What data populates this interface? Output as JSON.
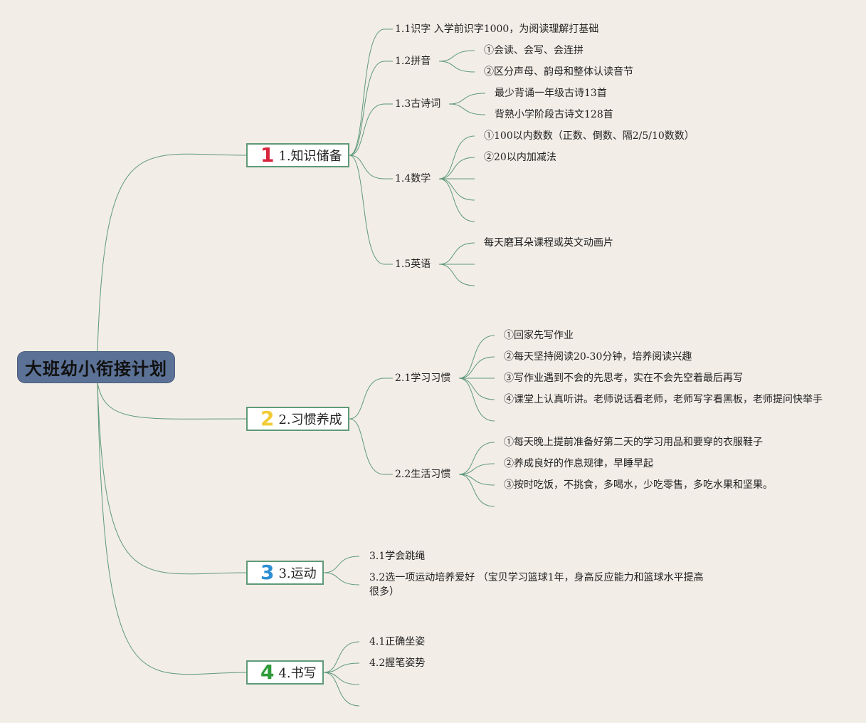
{
  "root": {
    "title": "大班幼小衔接计划"
  },
  "branches": [
    {
      "num": "1",
      "label": "1.知识储备",
      "color": "#d8253b",
      "children": [
        {
          "label": "1.1识字 入学前识字1000，为阅读理解打基础"
        },
        {
          "label": "1.2拼音",
          "items": [
            "①会读、会写、会连拼",
            "②区分声母、韵母和整体认读音节"
          ]
        },
        {
          "label": "1.3古诗词",
          "items": [
            "最少背诵一年级古诗13首",
            "背熟小学阶段古诗文128首"
          ]
        },
        {
          "label": "1.4数学",
          "items": [
            "①100以内数数（正数、倒数、隔2/5/10数数）",
            "②20以内加减法"
          ]
        },
        {
          "label": "1.5英语",
          "items": [
            "每天磨耳朵课程或英文动画片"
          ]
        }
      ]
    },
    {
      "num": "2",
      "label": "2.习惯养成",
      "color": "#f0cc36",
      "children": [
        {
          "label": "2.1学习习惯",
          "items": [
            "①回家先写作业",
            "②每天坚持阅读20-30分钟，培养阅读兴趣",
            "③写作业遇到不会的先思考，实在不会先空着最后再写",
            "④课堂上认真听讲。老师说话看老师，老师写字看黑板，老师提问快举手"
          ]
        },
        {
          "label": "2.2生活习惯",
          "items": [
            "①每天晚上提前准备好第二天的学习用品和要穿的衣服鞋子",
            "②养成良好的作息规律，早睡早起",
            "③按时吃饭，不挑食，多喝水，少吃零售，多吃水果和坚果。"
          ]
        }
      ]
    },
    {
      "num": "3",
      "label": "3.运动",
      "color": "#2e8fd4",
      "children": [
        {
          "label": "3.1学会跳绳"
        },
        {
          "label": "3.2选一项运动培养爱好 （宝贝学习篮球1年，身高反应能力和篮球水平提高很多）"
        }
      ]
    },
    {
      "num": "4",
      "label": "4.书写",
      "color": "#2e9a3a",
      "children": [
        {
          "label": "4.1正确坐姿"
        },
        {
          "label": "4.2握笔姿势"
        }
      ]
    }
  ]
}
